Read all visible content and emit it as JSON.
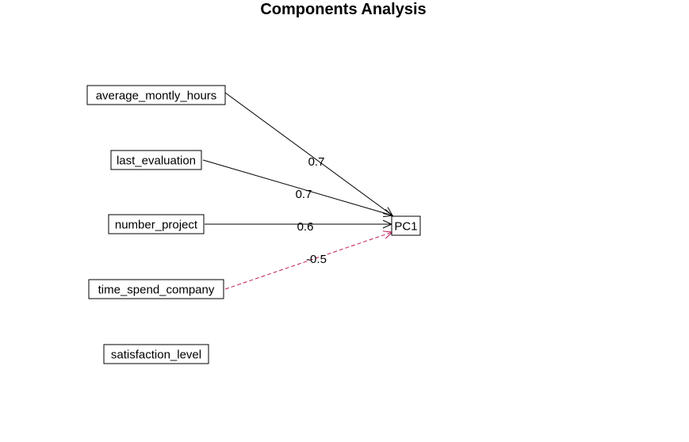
{
  "title": "Components Analysis",
  "colors": {
    "positive_edge": "#000000",
    "negative_edge": "#c2185b",
    "node_border": "#000000",
    "background": "#ffffff"
  },
  "variables": [
    {
      "id": "average_montly_hours",
      "label": "average_montly_hours"
    },
    {
      "id": "last_evaluation",
      "label": "last_evaluation"
    },
    {
      "id": "number_project",
      "label": "number_project"
    },
    {
      "id": "time_spend_company",
      "label": "time_spend_company"
    },
    {
      "id": "satisfaction_level",
      "label": "satisfaction_level"
    }
  ],
  "component": {
    "id": "PC1",
    "label": "PC1"
  },
  "loadings": [
    {
      "from": "average_montly_hours",
      "to": "PC1",
      "label": "0.7",
      "sign": "positive",
      "style": "solid"
    },
    {
      "from": "last_evaluation",
      "to": "PC1",
      "label": "0.7",
      "sign": "positive",
      "style": "solid"
    },
    {
      "from": "number_project",
      "to": "PC1",
      "label": "0.6",
      "sign": "positive",
      "style": "solid"
    },
    {
      "from": "time_spend_company",
      "to": "PC1",
      "label": "-0.5",
      "sign": "negative",
      "style": "dashed"
    }
  ]
}
